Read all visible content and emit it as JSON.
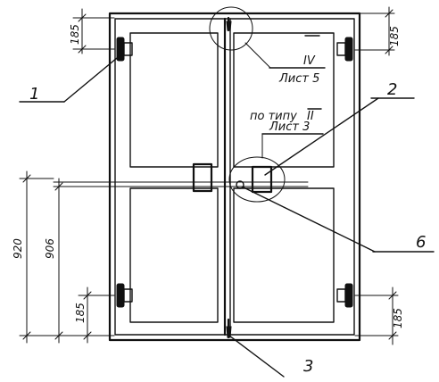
{
  "dimensions": {
    "top_left": "185",
    "top_right": "185",
    "bottom_left": "185",
    "bottom_right": "185",
    "height_920": "920",
    "height_906": "906"
  },
  "callouts": {
    "c1": "1",
    "c2": "2",
    "c3": "3",
    "c6": "6"
  },
  "references": {
    "top_detail": {
      "number": "IV",
      "sheet": "Лист 5"
    },
    "lock_detail": {
      "prefix": "по типу",
      "number": "II",
      "sheet": "Лист 3"
    }
  }
}
